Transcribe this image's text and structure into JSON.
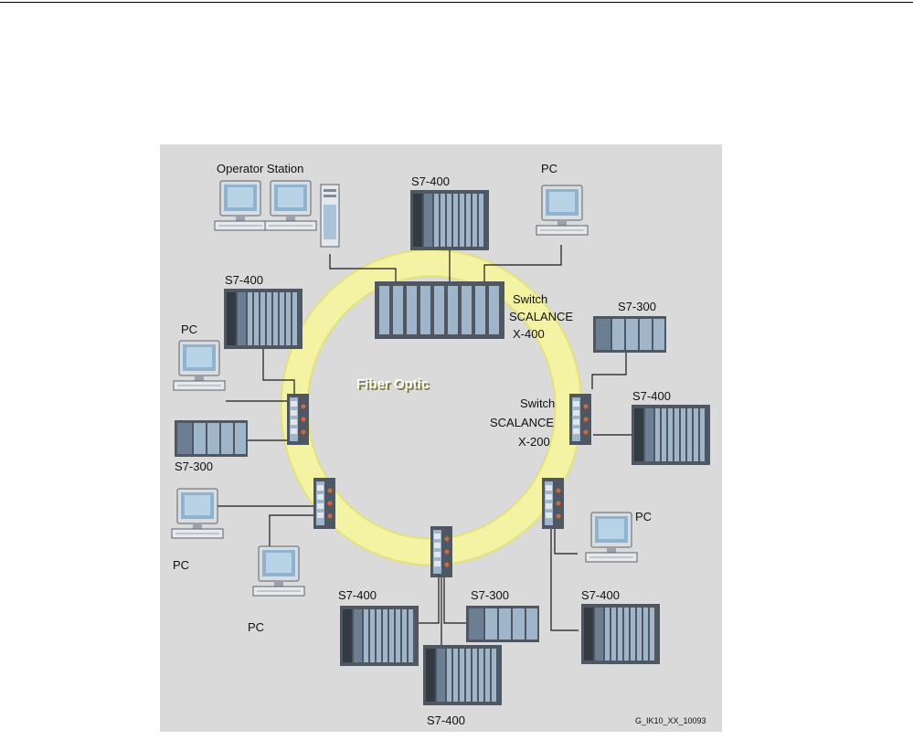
{
  "labels": {
    "operator_station": "Operator Station",
    "pc": "PC",
    "s7_400": "S7-400",
    "s7_300": "S7-300",
    "switch": "Switch",
    "scalance": "SCALANCE",
    "x400": "X-400",
    "x200": "X-200",
    "fiber_optic": "Fiber Optic",
    "figure_id": "G_IK10_XX_10093"
  },
  "colors": {
    "background": "#dadada",
    "ring": "#f4f3a4",
    "ring_edge": "#e2e17c",
    "fiber_text": "#ffffff",
    "fiber_shadow": "#7a7a3a",
    "module": "#9fb5c9",
    "module_dark": "#6c7f92",
    "rack": "#4f5762",
    "cable": "#1a1a1a"
  },
  "icons": {
    "pc": "desktop-pc-icon",
    "plc": "plc-rack-icon",
    "switch_large": "switch-scalance-x400-icon",
    "switch_small": "switch-scalance-x200-icon",
    "tower": "pc-tower-icon"
  }
}
